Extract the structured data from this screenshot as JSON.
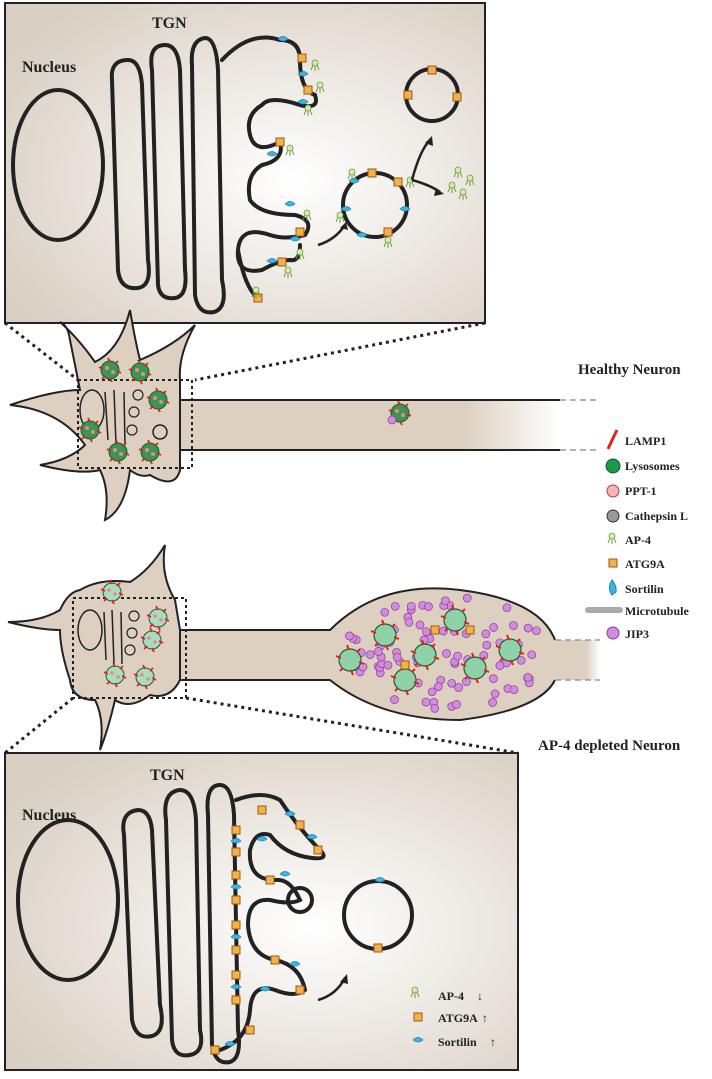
{
  "top_panel": {
    "nucleus_label": "Nucleus",
    "tgn_label": "TGN"
  },
  "bottom_panel": {
    "nucleus_label": "Nucleus",
    "tgn_label": "TGN"
  },
  "healthy_title": "Healthy Neuron",
  "depleted_title": "AP-4 depleted Neuron",
  "legend": {
    "items": [
      {
        "label": "LAMP1",
        "icon": "lamp1-icon",
        "color": "#e0201b"
      },
      {
        "label": "Lysosomes",
        "icon": "lysosome-icon",
        "color": "#1a9a4a"
      },
      {
        "label": "PPT-1",
        "icon": "ppt1-icon",
        "color": "#e56b6f"
      },
      {
        "label": "Cathepsin L",
        "icon": "cathepsin-icon",
        "color": "#555555"
      },
      {
        "label": "AP-4",
        "icon": "ap4-icon",
        "color": "#8cc152"
      },
      {
        "label": "ATG9A",
        "icon": "atg9a-icon",
        "color": "#f0a020"
      },
      {
        "label": "Sortilin",
        "icon": "sortilin-icon",
        "color": "#29abe2"
      },
      {
        "label": "Microtubule",
        "icon": "microtubule-icon",
        "color": "#aaaaaa"
      },
      {
        "label": "JIP3",
        "icon": "jip3-icon",
        "color": "#c16ad1"
      }
    ]
  },
  "bottom_legend": {
    "items": [
      {
        "label": "AP-4",
        "arrow": "↓"
      },
      {
        "label": "ATG9A",
        "arrow": "↑"
      },
      {
        "label": "Sortilin",
        "arrow": "↑"
      }
    ]
  }
}
